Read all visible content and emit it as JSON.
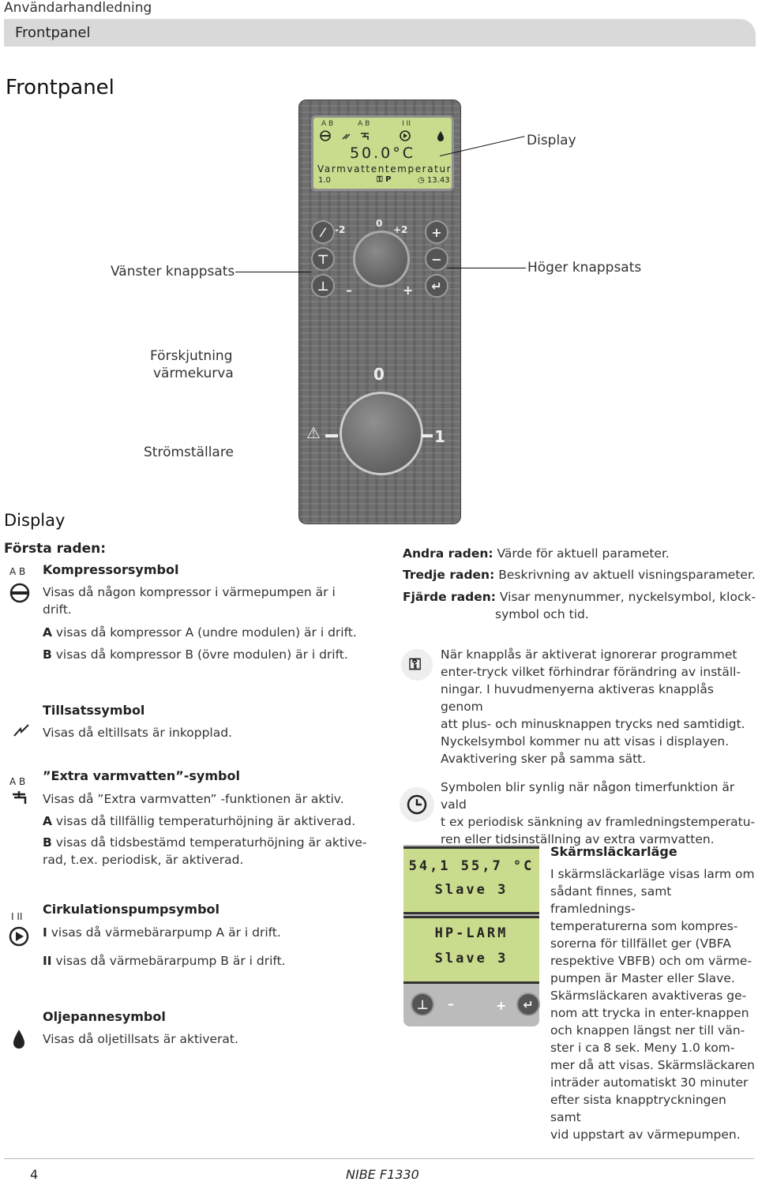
{
  "header": {
    "doc_title": "Användarhandledning",
    "section_bar": "Frontpanel"
  },
  "page_title": "Frontpanel",
  "diagram": {
    "labels": {
      "display": "Display",
      "left_keys": "Vänster knappsats",
      "right_keys": "Höger knappsats",
      "curve_shift_1": "Förskjutning",
      "curve_shift_2": "värmekurva",
      "switch": "Strömställare"
    },
    "lcd": {
      "row1_left": "A B",
      "row1_mid": "A B",
      "row1_right": "I II",
      "value": "50.0°C",
      "description": "Varmvattentemperatur",
      "menu_no": "1.0",
      "key": "P",
      "time": "13.43"
    },
    "dial": {
      "minus2": "-2",
      "zero": "0",
      "plus2": "+2",
      "minus": "–",
      "plus": "+"
    },
    "switch_dial": {
      "zero": "0",
      "one": "1"
    }
  },
  "display_section": {
    "title": "Display",
    "first_row_title": "Första raden:",
    "compressor": {
      "badge": "A B",
      "heading": "Kompressorsymbol",
      "lines": [
        "Visas då någon kompressor i värmepumpen är i",
        "drift."
      ],
      "a_bold": "A",
      "a_text": " visas då kompressor A (undre modulen) är i drift.",
      "b_bold": "B",
      "b_text": " visas då kompressor B (övre modulen) är i drift."
    },
    "addition": {
      "heading": "Tillsatssymbol",
      "text": "Visas då eltillsats är inkopplad."
    },
    "extra_hw": {
      "badge": "A B",
      "heading": "”Extra varmvatten”-symbol",
      "text": "Visas då ”Extra varmvatten” -funktionen är aktiv.",
      "a_bold": "A",
      "a_text": " visas då tillfällig temperaturhöjning är aktiverad.",
      "b_bold": "B",
      "b_text1": " visas då tidsbestämd temperaturhöjning är aktive-",
      "b_text2": "rad, t.ex. periodisk, är aktiverad."
    },
    "circ_pump": {
      "badge": "I II",
      "heading": "Cirkulationspumpsymbol",
      "i_bold": "I",
      "i_text": " visas då värmebärarpump A är i drift.",
      "ii_bold": "II",
      "ii_text": " visas då värmebärarpump B är i drift."
    },
    "oil": {
      "heading": "Oljepannesymbol",
      "text": "Visas då oljetillsats är aktiverat."
    }
  },
  "rows": {
    "second_label": "Andra raden:",
    "second_text": "Värde för aktuell parameter.",
    "third_label": "Tredje raden:",
    "third_text": "Beskrivning av aktuell visningsparameter.",
    "fourth_label": "Fjärde raden:",
    "fourth_text1": "Visar menynummer, nyckelsymbol, klock-",
    "fourth_text2": "symbol och tid."
  },
  "key_lock": {
    "lines": [
      "När knapplås är aktiverat ignorerar programmet",
      "enter-tryck vilket förhindrar förändring av inställ-",
      "ningar. I huvudmenyerna aktiveras knapplås genom",
      "att plus- och minusknappen trycks ned samtidigt.",
      "Nyckelsymbol kommer nu att visas i displayen.",
      "Avaktivering sker på samma sätt."
    ]
  },
  "timer": {
    "lines": [
      "Symbolen blir synlig när någon timerfunktion är vald",
      "t ex periodisk sänkning av framledningstemperatu-",
      "ren eller tidsinställning av extra varmvatten."
    ]
  },
  "screensaver": {
    "lcd1_line1": "54,1 55,7 °C",
    "lcd1_line2": "Slave 3",
    "lcd2_line1": "HP-LARM",
    "lcd2_line2": "Slave 3",
    "heading": "Skärmsläckarläge",
    "lines": [
      "I skärmsläckarläge visas  larm om",
      "sådant finnes, samt framlednings-",
      "temperaturerna som kompres-",
      "sorerna för tillfället ger (VBFA",
      "respektive VBFB) och om värme-",
      "pumpen är Master eller Slave.",
      "Skärmsläckaren avaktiveras ge-",
      "nom att trycka in enter-knappen",
      "och knappen längst ner till vän-",
      "ster i ca 8 sek. Meny 1.0 kom-",
      "mer då att visas. Skärmsläckaren",
      "inträder automatiskt 30 minuter",
      "efter sista knapptryckningen samt",
      "vid uppstart av värmepumpen."
    ]
  },
  "footer": {
    "page": "4",
    "product": "NIBE F1330"
  }
}
